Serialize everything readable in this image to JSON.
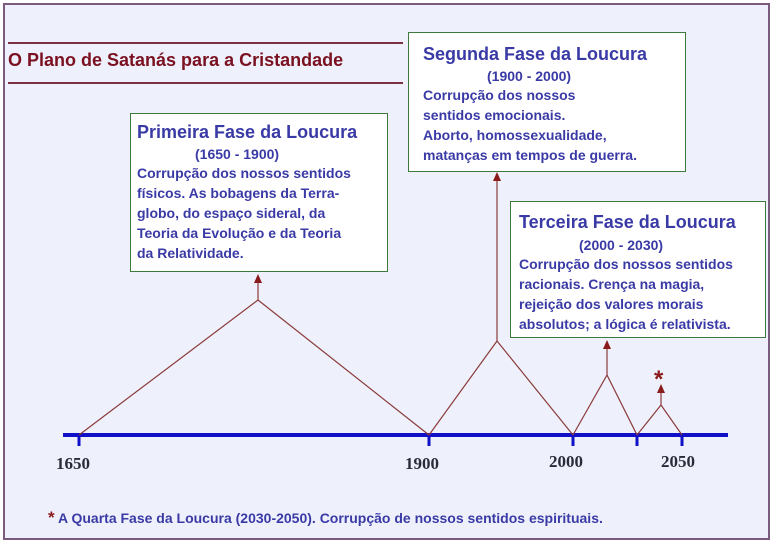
{
  "title": "O Plano de Satanás para a Cristandade",
  "phases": [
    {
      "heading": "Primeira Fase da Loucura",
      "dates": "(1650 - 1900)",
      "text": "Corrupção dos nossos sentidos\nfísicos. As bobagens da Terra-\nglobo, do espaço sideral, da\nTeoria da Evolução e da Teoria\nda Relatividade."
    },
    {
      "heading": "Segunda Fase da Loucura",
      "dates": "(1900 - 2000)",
      "text": "  Corrupção dos nossos\n    sentidos emocionais.\nAborto, homossexualidade,\nmatanças em tempos de guerra."
    },
    {
      "heading": "Terceira Fase da Loucura",
      "dates": "(2000 - 2030)",
      "text": "Corrupção dos nossos sentidos\nracionais. Crença na magia,\nrejeição dos valores morais\nabsolutos; a lógica é relativista."
    }
  ],
  "timeline": {
    "labels": [
      "1650",
      "1900",
      "2000",
      "2050"
    ]
  },
  "marker": "*",
  "footnote": {
    "star": "*",
    "text": " A Quarta Fase da Loucura (2030-2050). Corrupção de  nossos sentidos espirituais."
  },
  "colors": {
    "title": "#7b1020",
    "text": "#3a3aa6",
    "timeline": "#1010c8",
    "lines": "#8b3a3a",
    "box_border": "#3b7a3b"
  }
}
